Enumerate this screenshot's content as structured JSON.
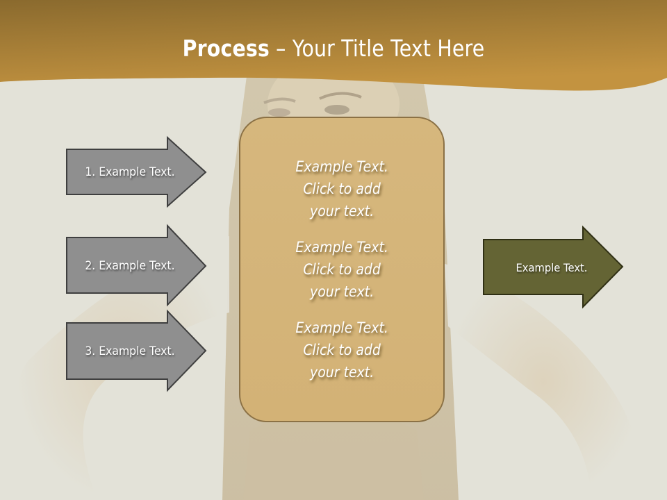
{
  "slide": {
    "title_bold": "Process",
    "title_rest": " – Your Title Text Here"
  },
  "left_arrows": [
    {
      "label": "1. Example Text."
    },
    {
      "label": "2. Example Text."
    },
    {
      "label": "3. Example Text."
    }
  ],
  "center_box": {
    "items": [
      {
        "text": "Example Text.\nClick  to add\nyour text."
      },
      {
        "text": "Example Text.\nClick  to add\nyour text."
      },
      {
        "text": "Example Text.\nClick  to add\nyour text."
      }
    ]
  },
  "right_arrow": {
    "label": "Example Text."
  },
  "colors": {
    "header_dark": "#8a6a2e",
    "header_light": "#c2943f",
    "background": "#e3e2d8",
    "left_arrow_fill": "#8f8f8f",
    "left_arrow_stroke": "#3f3f3f",
    "center_box_fill": "#d4b479",
    "center_box_stroke": "#8b7145",
    "right_arrow_fill": "#646434",
    "right_arrow_stroke": "#2f2f14"
  }
}
